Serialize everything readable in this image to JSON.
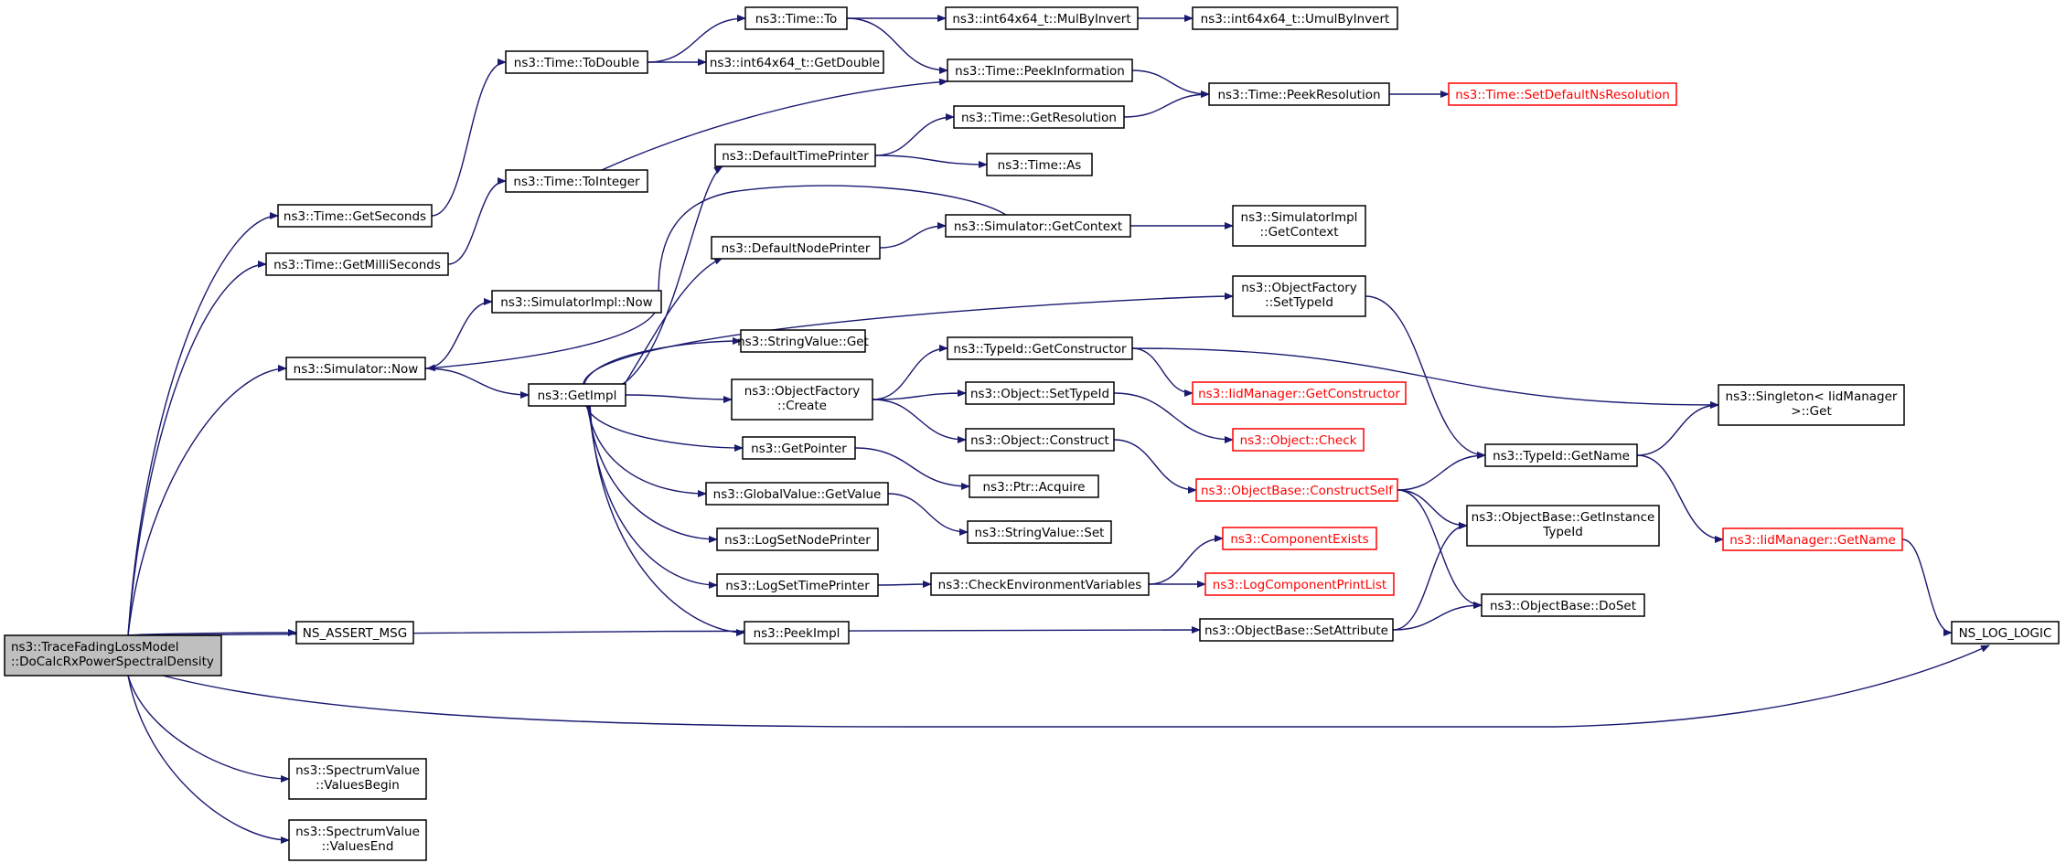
{
  "diagram": {
    "edge_color": "#191970",
    "nodes": [
      {
        "id": "root",
        "lines": [
          "ns3::TraceFadingLossModel",
          "::DoCalcRxPowerSpectralDensity"
        ],
        "style": "root"
      },
      {
        "id": "getSeconds",
        "lines": [
          "ns3::Time::GetSeconds"
        ]
      },
      {
        "id": "getMilli",
        "lines": [
          "ns3::Time::GetMilliSeconds"
        ]
      },
      {
        "id": "simNow",
        "lines": [
          "ns3::Simulator::Now"
        ]
      },
      {
        "id": "assertMsg",
        "lines": [
          "NS_ASSERT_MSG"
        ]
      },
      {
        "id": "valuesBegin",
        "lines": [
          "ns3::SpectrumValue",
          "::ValuesBegin"
        ]
      },
      {
        "id": "valuesEnd",
        "lines": [
          "ns3::SpectrumValue",
          "::ValuesEnd"
        ]
      },
      {
        "id": "toDouble",
        "lines": [
          "ns3::Time::ToDouble"
        ]
      },
      {
        "id": "toInteger",
        "lines": [
          "ns3::Time::ToInteger"
        ]
      },
      {
        "id": "simImplNow",
        "lines": [
          "ns3::SimulatorImpl::Now"
        ]
      },
      {
        "id": "getImpl",
        "lines": [
          "ns3::GetImpl"
        ]
      },
      {
        "id": "timeTo",
        "lines": [
          "ns3::Time::To"
        ]
      },
      {
        "id": "getDouble",
        "lines": [
          "ns3::int64x64_t::GetDouble"
        ]
      },
      {
        "id": "defaultTimePrinter",
        "lines": [
          "ns3::DefaultTimePrinter"
        ]
      },
      {
        "id": "defaultNodePrinter",
        "lines": [
          "ns3::DefaultNodePrinter"
        ]
      },
      {
        "id": "stringValueGet",
        "lines": [
          "ns3::StringValue::Get"
        ]
      },
      {
        "id": "objFactoryCreate",
        "lines": [
          "ns3::ObjectFactory",
          "::Create"
        ]
      },
      {
        "id": "getPointer",
        "lines": [
          "ns3::GetPointer"
        ]
      },
      {
        "id": "globalValueGet",
        "lines": [
          "ns3::GlobalValue::GetValue"
        ]
      },
      {
        "id": "logSetNodePrinter",
        "lines": [
          "ns3::LogSetNodePrinter"
        ]
      },
      {
        "id": "logSetTimePrinter",
        "lines": [
          "ns3::LogSetTimePrinter"
        ]
      },
      {
        "id": "peekImpl",
        "lines": [
          "ns3::PeekImpl"
        ]
      },
      {
        "id": "mulByInvert",
        "lines": [
          "ns3::int64x64_t::MulByInvert"
        ]
      },
      {
        "id": "umulByInvert",
        "lines": [
          "ns3::int64x64_t::UmulByInvert"
        ]
      },
      {
        "id": "peekInformation",
        "lines": [
          "ns3::Time::PeekInformation"
        ]
      },
      {
        "id": "getResolution",
        "lines": [
          "ns3::Time::GetResolution"
        ]
      },
      {
        "id": "timeAs",
        "lines": [
          "ns3::Time::As"
        ]
      },
      {
        "id": "peekResolution",
        "lines": [
          "ns3::Time::PeekResolution"
        ]
      },
      {
        "id": "setDefaultNsRes",
        "lines": [
          "ns3::Time::SetDefaultNsResolution"
        ],
        "style": "red"
      },
      {
        "id": "simGetContext",
        "lines": [
          "ns3::Simulator::GetContext"
        ]
      },
      {
        "id": "simImplGetContext",
        "lines": [
          "ns3::SimulatorImpl",
          "::GetContext"
        ]
      },
      {
        "id": "objFactorySetTypeId",
        "lines": [
          "ns3::ObjectFactory",
          "::SetTypeId"
        ]
      },
      {
        "id": "typeIdGetConstructor",
        "lines": [
          "ns3::TypeId::GetConstructor"
        ]
      },
      {
        "id": "iidGetConstructor",
        "lines": [
          "ns3::IidManager::GetConstructor"
        ],
        "style": "red"
      },
      {
        "id": "objectSetTypeId",
        "lines": [
          "ns3::Object::SetTypeId"
        ]
      },
      {
        "id": "objectCheck",
        "lines": [
          "ns3::Object::Check"
        ],
        "style": "red"
      },
      {
        "id": "objectConstruct",
        "lines": [
          "ns3::Object::Construct"
        ]
      },
      {
        "id": "ptrAcquire",
        "lines": [
          "ns3::Ptr::Acquire"
        ]
      },
      {
        "id": "stringValueSet",
        "lines": [
          "ns3::StringValue::Set"
        ]
      },
      {
        "id": "checkEnvVars",
        "lines": [
          "ns3::CheckEnvironmentVariables"
        ]
      },
      {
        "id": "componentExists",
        "lines": [
          "ns3::ComponentExists"
        ],
        "style": "red"
      },
      {
        "id": "logCompPrintList",
        "lines": [
          "ns3::LogComponentPrintList"
        ],
        "style": "red"
      },
      {
        "id": "objBaseConstructSelf",
        "lines": [
          "ns3::ObjectBase::ConstructSelf"
        ],
        "style": "red"
      },
      {
        "id": "objBaseSetAttribute",
        "lines": [
          "ns3::ObjectBase::SetAttribute"
        ]
      },
      {
        "id": "typeIdGetName",
        "lines": [
          "ns3::TypeId::GetName"
        ]
      },
      {
        "id": "objBaseGetInstanceTypeId",
        "lines": [
          "ns3::ObjectBase::GetInstance",
          "TypeId"
        ]
      },
      {
        "id": "objBaseDoSet",
        "lines": [
          "ns3::ObjectBase::DoSet"
        ]
      },
      {
        "id": "singletonGet",
        "lines": [
          "ns3::Singleton< IidManager",
          ">::Get"
        ]
      },
      {
        "id": "iidGetName",
        "lines": [
          "ns3::IidManager::GetName"
        ],
        "style": "red"
      },
      {
        "id": "nsLogLogic",
        "lines": [
          "NS_LOG_LOGIC"
        ]
      }
    ],
    "edges": [
      [
        "root",
        "getSeconds"
      ],
      [
        "root",
        "getMilli"
      ],
      [
        "root",
        "simNow"
      ],
      [
        "root",
        "assertMsg"
      ],
      [
        "root",
        "objBaseSetAttribute"
      ],
      [
        "root",
        "nsLogLogic"
      ],
      [
        "root",
        "valuesBegin"
      ],
      [
        "root",
        "valuesEnd"
      ],
      [
        "getSeconds",
        "toDouble"
      ],
      [
        "getMilli",
        "toInteger"
      ],
      [
        "simNow",
        "simImplNow"
      ],
      [
        "simNow",
        "getImpl"
      ],
      [
        "toDouble",
        "timeTo"
      ],
      [
        "toDouble",
        "getDouble"
      ],
      [
        "toInteger",
        "peekInformation"
      ],
      [
        "timeTo",
        "mulByInvert"
      ],
      [
        "timeTo",
        "peekInformation"
      ],
      [
        "mulByInvert",
        "umulByInvert"
      ],
      [
        "peekInformation",
        "peekResolution"
      ],
      [
        "getResolution",
        "peekResolution"
      ],
      [
        "peekResolution",
        "setDefaultNsRes"
      ],
      [
        "getImpl",
        "defaultTimePrinter"
      ],
      [
        "getImpl",
        "defaultNodePrinter"
      ],
      [
        "getImpl",
        "objFactorySetTypeId"
      ],
      [
        "getImpl",
        "stringValueGet"
      ],
      [
        "getImpl",
        "objFactoryCreate"
      ],
      [
        "getImpl",
        "getPointer"
      ],
      [
        "getImpl",
        "globalValueGet"
      ],
      [
        "getImpl",
        "logSetNodePrinter"
      ],
      [
        "getImpl",
        "logSetTimePrinter"
      ],
      [
        "getImpl",
        "peekImpl"
      ],
      [
        "defaultTimePrinter",
        "getResolution"
      ],
      [
        "defaultTimePrinter",
        "timeAs"
      ],
      [
        "defaultNodePrinter",
        "simGetContext"
      ],
      [
        "simGetContext",
        "simNow"
      ],
      [
        "simGetContext",
        "simImplGetContext"
      ],
      [
        "objFactoryCreate",
        "typeIdGetConstructor"
      ],
      [
        "objFactoryCreate",
        "objectSetTypeId"
      ],
      [
        "objFactoryCreate",
        "objectConstruct"
      ],
      [
        "typeIdGetConstructor",
        "iidGetConstructor"
      ],
      [
        "typeIdGetConstructor",
        "singletonGet"
      ],
      [
        "objectSetTypeId",
        "objectCheck"
      ],
      [
        "objectConstruct",
        "objBaseConstructSelf"
      ],
      [
        "getPointer",
        "ptrAcquire"
      ],
      [
        "globalValueGet",
        "stringValueSet"
      ],
      [
        "logSetTimePrinter",
        "checkEnvVars"
      ],
      [
        "checkEnvVars",
        "componentExists"
      ],
      [
        "checkEnvVars",
        "logCompPrintList"
      ],
      [
        "objBaseConstructSelf",
        "typeIdGetName"
      ],
      [
        "objBaseConstructSelf",
        "objBaseGetInstanceTypeId"
      ],
      [
        "objBaseConstructSelf",
        "objBaseDoSet"
      ],
      [
        "objBaseSetAttribute",
        "objBaseGetInstanceTypeId"
      ],
      [
        "objBaseSetAttribute",
        "objBaseDoSet"
      ],
      [
        "objFactorySetTypeId",
        "typeIdGetName"
      ],
      [
        "typeIdGetName",
        "singletonGet"
      ],
      [
        "typeIdGetName",
        "iidGetName"
      ],
      [
        "iidGetName",
        "nsLogLogic"
      ]
    ]
  }
}
